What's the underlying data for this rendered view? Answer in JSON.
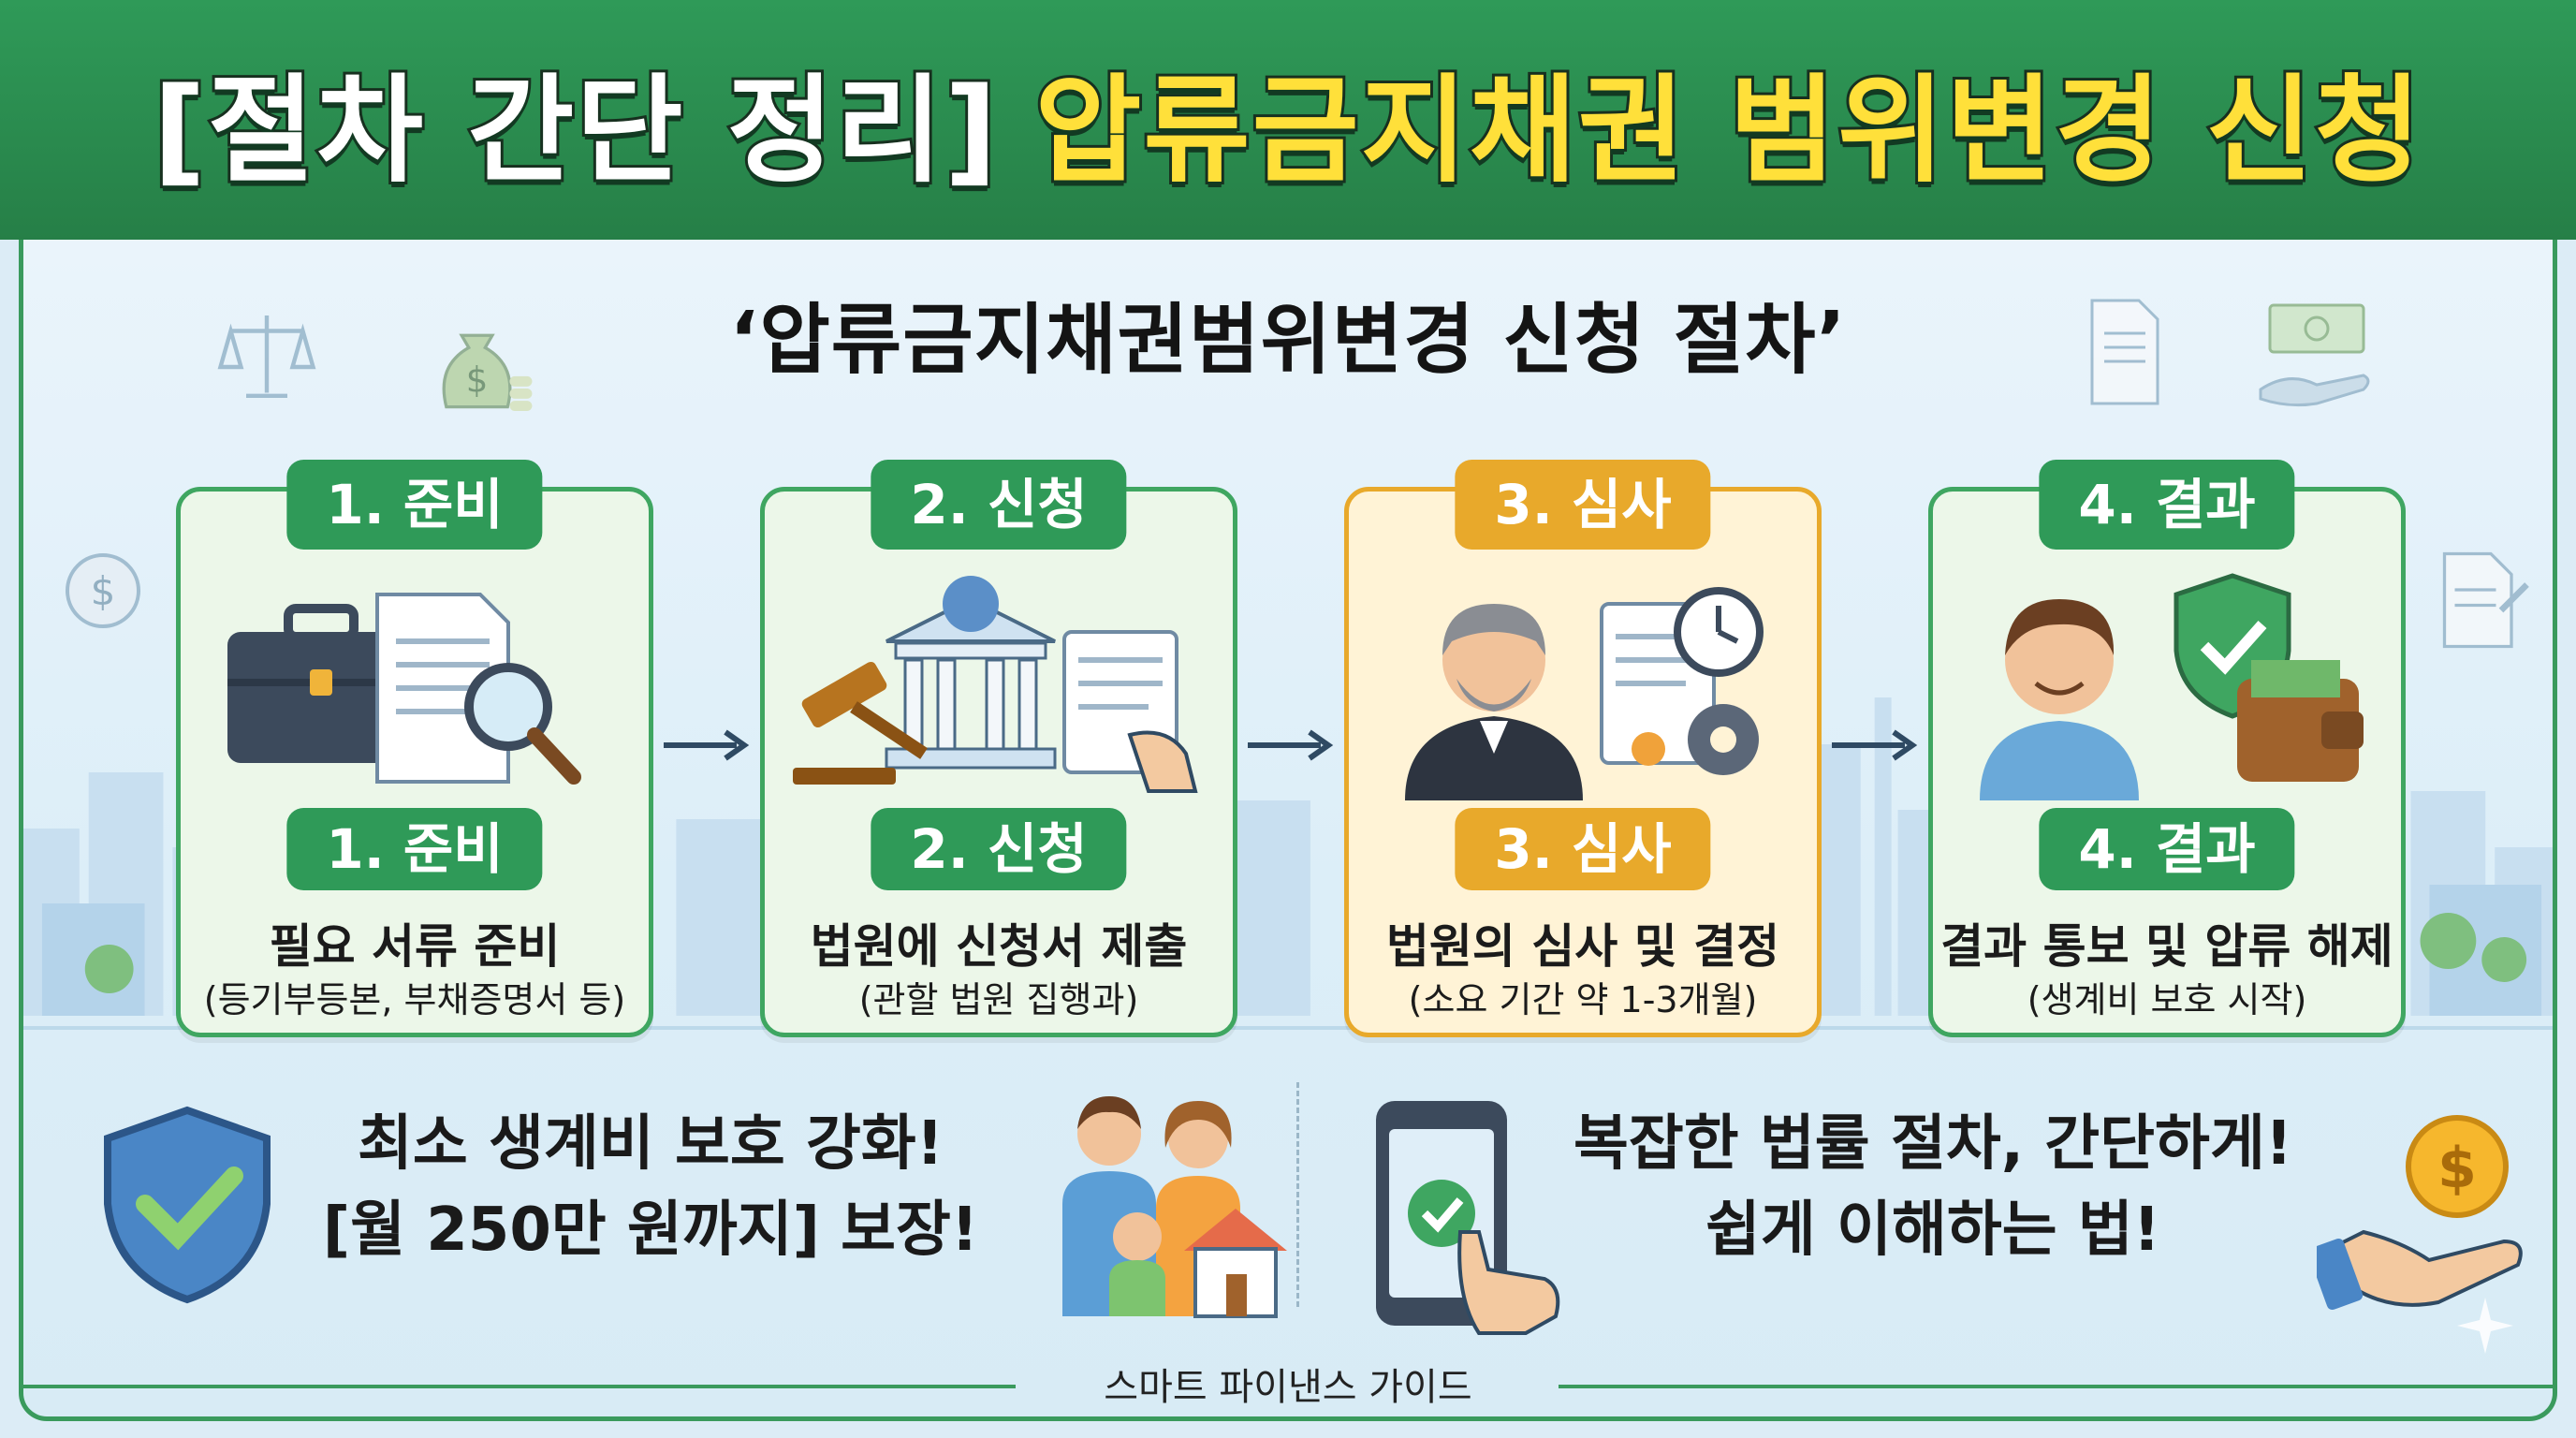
{
  "header": {
    "title_part1": "[절차 간단 정리]",
    "title_part2": "압류금지채권 범위변경 신청"
  },
  "subtitle": "‘압류금지채권범위변경 신청 절차’",
  "steps": [
    {
      "tag": "1. 준비",
      "title": "필요 서류 준비",
      "detail": "(등기부등본, 부채증명서 등)"
    },
    {
      "tag": "2. 신청",
      "title": "법원에 신청서 제출",
      "detail": "(관할 법원 집행과)"
    },
    {
      "tag": "3. 심사",
      "title": "법원의 심사 및 결정",
      "detail": "(소요 기간 약 1-3개월)"
    },
    {
      "tag": "4. 결과",
      "title": "결과 통보 및 압류 해제",
      "detail": "(생계비 보호 시작)"
    }
  ],
  "bottom_left": {
    "line1": "최소 생계비 보호 강화!",
    "line2": "[월 250만 원까지] 보장!"
  },
  "bottom_right": {
    "line1": "복잡한 법률 절차, 간단하게!",
    "line2": "쉽게 이해하는 법!"
  },
  "footer": "스마트 파이낸스 가이드",
  "colors": {
    "green": "#2f9a58",
    "yellow": "#ffe03a",
    "orange": "#e8a92b",
    "background": "#dcecf6"
  },
  "icons": [
    "scale-icon",
    "money-bag-icon",
    "document-icon",
    "cash-hand-icon",
    "dollar-coin-icon",
    "briefcase-icon",
    "magnifier-icon",
    "gavel-icon",
    "courthouse-icon",
    "judge-icon",
    "clock-icon",
    "gear-icon",
    "person-icon",
    "shield-check-icon",
    "wallet-icon",
    "family-icon",
    "house-icon",
    "smartphone-icon",
    "tap-hand-icon",
    "coin-hand-icon",
    "sparkle-icon"
  ]
}
